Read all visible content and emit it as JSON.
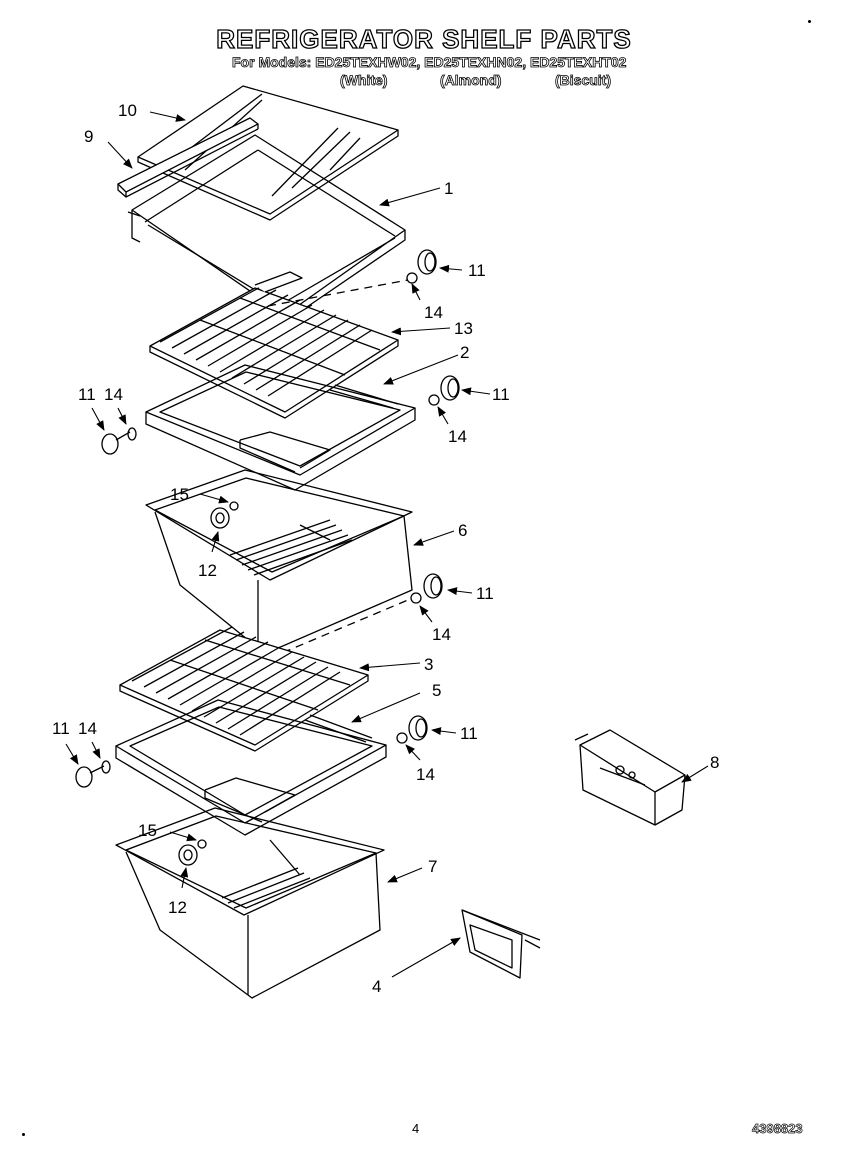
{
  "title": "REFRIGERATOR SHELF PARTS",
  "models": {
    "prefix": "For Models:",
    "list": "ED25TEXHW02, ED25TEXHN02, ED25TEXHT02",
    "colors": [
      "(White)",
      "(Almond)",
      "(Biscuit)"
    ]
  },
  "callouts": {
    "c1": "1",
    "c2": "2",
    "c3": "3",
    "c4": "4",
    "c5": "5",
    "c6": "6",
    "c7": "7",
    "c8": "8",
    "c9": "9",
    "c10": "10",
    "c11a": "11",
    "c11b": "11",
    "c11c": "11",
    "c11d": "11",
    "c11e": "11",
    "c11f": "11",
    "c12a": "12",
    "c12b": "12",
    "c13": "13",
    "c14a": "14",
    "c14b": "14",
    "c14c": "14",
    "c14d": "14",
    "c14e": "14",
    "c14f": "14",
    "c15a": "15",
    "c15b": "15"
  },
  "footer": {
    "page": "4",
    "doc_number": "4398823"
  }
}
